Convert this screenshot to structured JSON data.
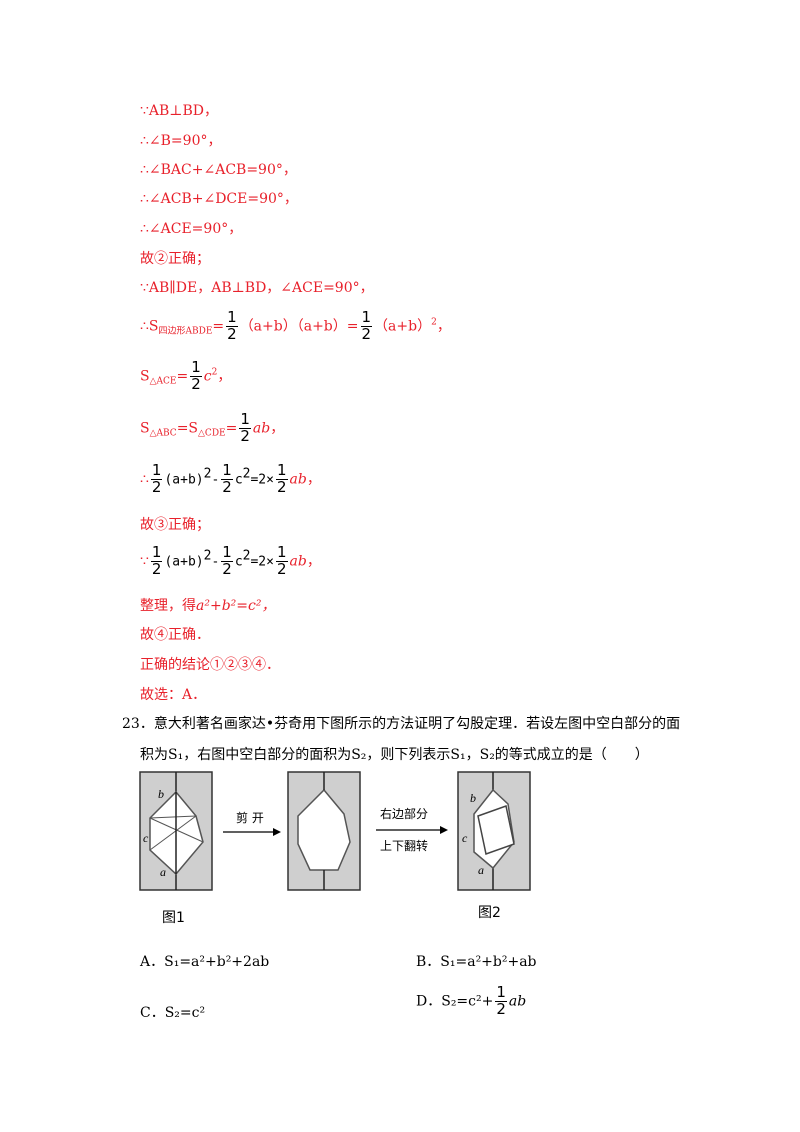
{
  "solution": {
    "l1": "∵AB⊥BD，",
    "l2": "∴∠B=90°，",
    "l3": "∴∠BAC+∠ACB=90°，",
    "l4": "∴∠ACB+∠DCE=90°，",
    "l5": "∴∠ACE=90°，",
    "l6": "故②正确；",
    "l7": "∵AB∥DE，AB⊥BD，∠ACE=90°，",
    "l8_prefix": "∴S",
    "l8_sub": "四边形ABDE",
    "l8_eq": "=",
    "l8_mid": "（a+b）（a+b）=",
    "l8_end": "（a+b）",
    "l8_sup": "2",
    "l8_tail": "，",
    "l9_prefix": "S",
    "l9_sub": "△ACE",
    "l9_eq": "=",
    "l9_c": "c",
    "l9_sup": "2",
    "l9_tail": "，",
    "l10_prefix": "S",
    "l10_sub1": "△ABC",
    "l10_eq1": "=S",
    "l10_sub2": "△CDE",
    "l10_eq2": "=",
    "l10_ab": "ab",
    "l10_tail": "，",
    "l11_prefix": "∴",
    "l11_expr1": "(a+b)",
    "l11_sup1": "2",
    "l11_minus": "-",
    "l11_expr2": "c",
    "l11_sup2": "2",
    "l11_eq": "=2×",
    "l11_ab": "ab",
    "l11_tail": "，",
    "l12": "故③正确；",
    "l13_prefix": "∵",
    "l14_prefix": "整理，得",
    "l14_eq": "a²+b²=c²，",
    "l15": "故④正确．",
    "l16": "正确的结论①②③④．",
    "l17": "故选：A．",
    "half_num": "1",
    "half_den": "2"
  },
  "question": {
    "number": "23．",
    "line1": "意大利著名画家达•芬奇用下图所示的方法证明了勾股定理．若设左图中空白部分的面",
    "line2": "积为S₁，右图中空白部分的面积为S₂，则下列表示S₁，S₂的等式成立的是（　　）"
  },
  "figure": {
    "arrow1_label": "剪 开",
    "arrow2_label_top": "右边部分",
    "arrow2_label_bottom": "上下翻转",
    "label_a": "a",
    "label_b": "b",
    "label_c": "c",
    "caption1": "图1",
    "caption2": "图2"
  },
  "options": {
    "A": "A．S₁=a²+b²+2ab",
    "B": "B．S₁=a²+b²+ab",
    "C": "C．S₂=c²",
    "D_prefix": "D．S₂=c²+",
    "D_suffix": "ab"
  }
}
